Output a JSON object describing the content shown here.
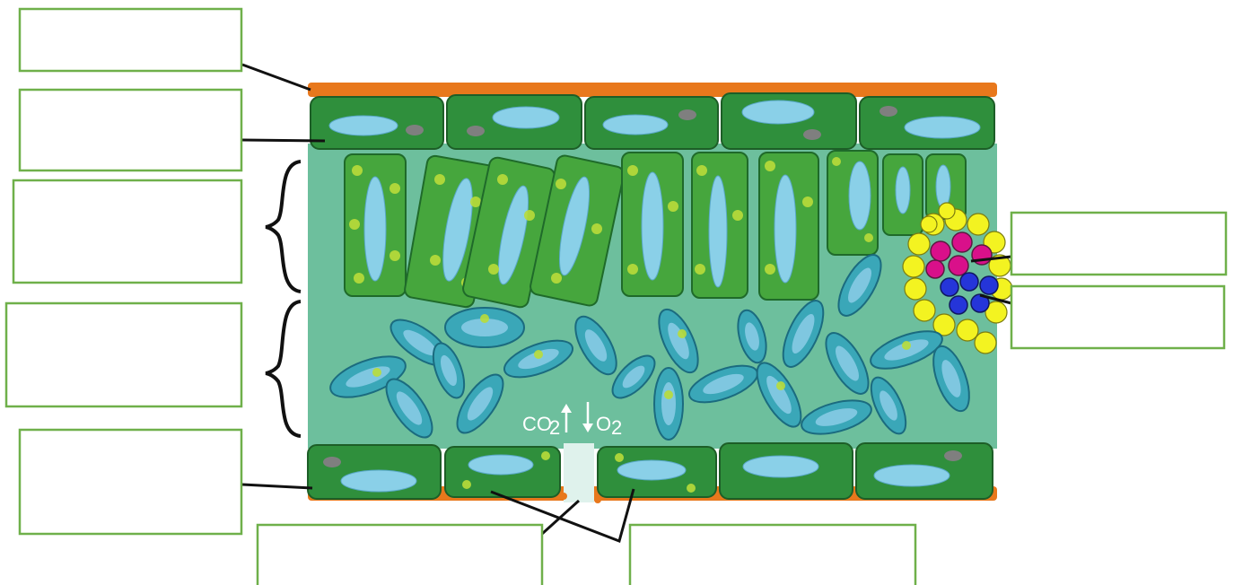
{
  "diagram": {
    "gas_exchange": {
      "co2": "CO",
      "co2_sub": "2",
      "o2": "O",
      "o2_sub": "2"
    }
  },
  "labels": [
    "",
    "",
    "",
    "",
    "",
    "",
    "",
    "",
    ""
  ],
  "colors": {
    "cuticle": "#e8781c",
    "epidermis": "#2f8f3c",
    "mesophyll_background": "#6dbf9d",
    "palisade": "#46a63d",
    "spongy": "#3aa7b8",
    "xylem": "#d9108a",
    "phloem": "#2535d9",
    "bundle_sheath": "#f3f321",
    "label_border": "#6fb04a"
  }
}
